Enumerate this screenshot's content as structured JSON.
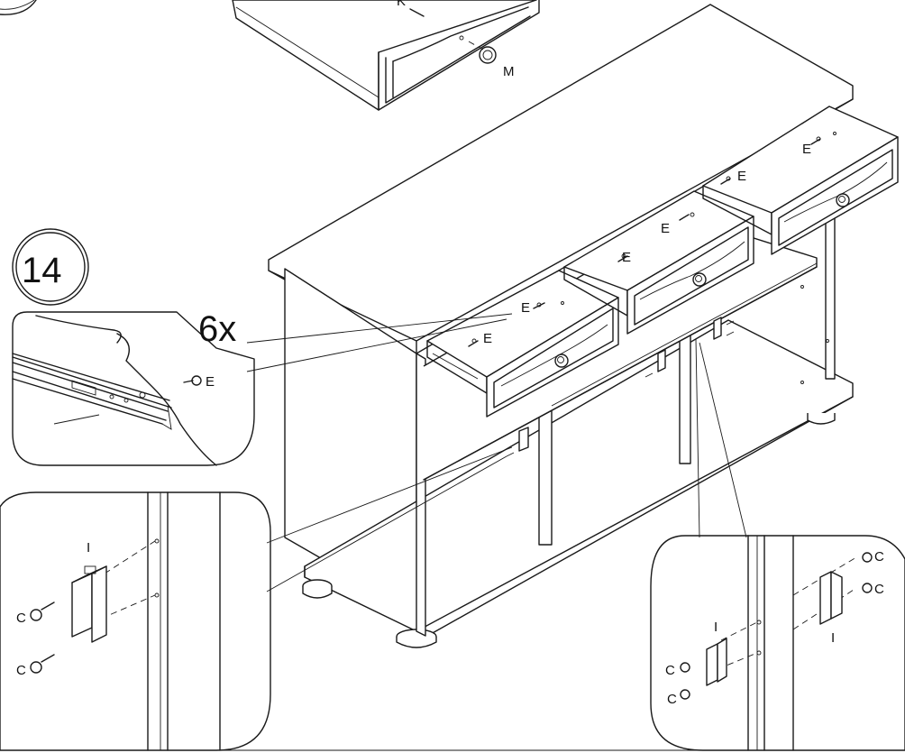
{
  "step": {
    "number": "14",
    "count": "6x"
  },
  "labels": {
    "screw_e": "E",
    "screw_c": "C",
    "catch_i": "I",
    "part_k": "K",
    "knob_m": "M"
  },
  "colors": {
    "line": "#1a1a1a",
    "background": "#ffffff"
  }
}
